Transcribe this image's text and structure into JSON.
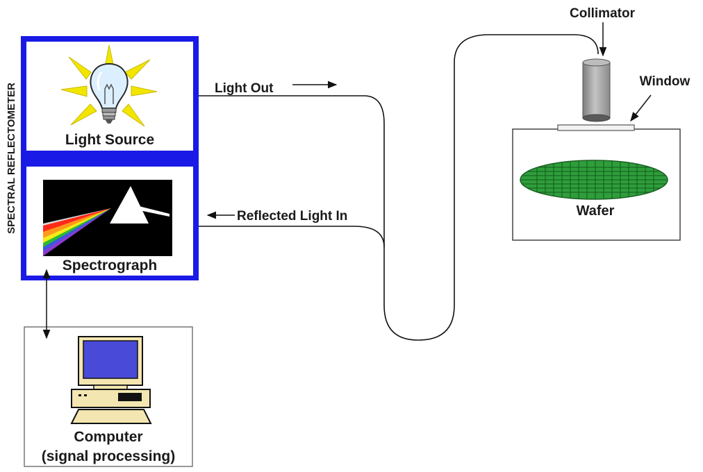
{
  "side_label": "SPECTRAL REFLECTOMETER",
  "components": {
    "light_source": "Light Source",
    "spectrograph": "Spectrograph",
    "computer_line1": "Computer",
    "computer_line2": "(signal processing)",
    "collimator": "Collimator",
    "window": "Window",
    "wafer": "Wafer"
  },
  "signals": {
    "light_out": "Light Out",
    "reflected_light_in": "Reflected Light In"
  },
  "colors": {
    "frame_blue": "#1a1ae6",
    "bulb_rays": "#f2e600",
    "wafer_green": "#2e9e3a",
    "monitor_screen": "#4a4ad8",
    "computer_beige": "#f3e6b0",
    "collimator_gray": "#a8a8a8"
  }
}
